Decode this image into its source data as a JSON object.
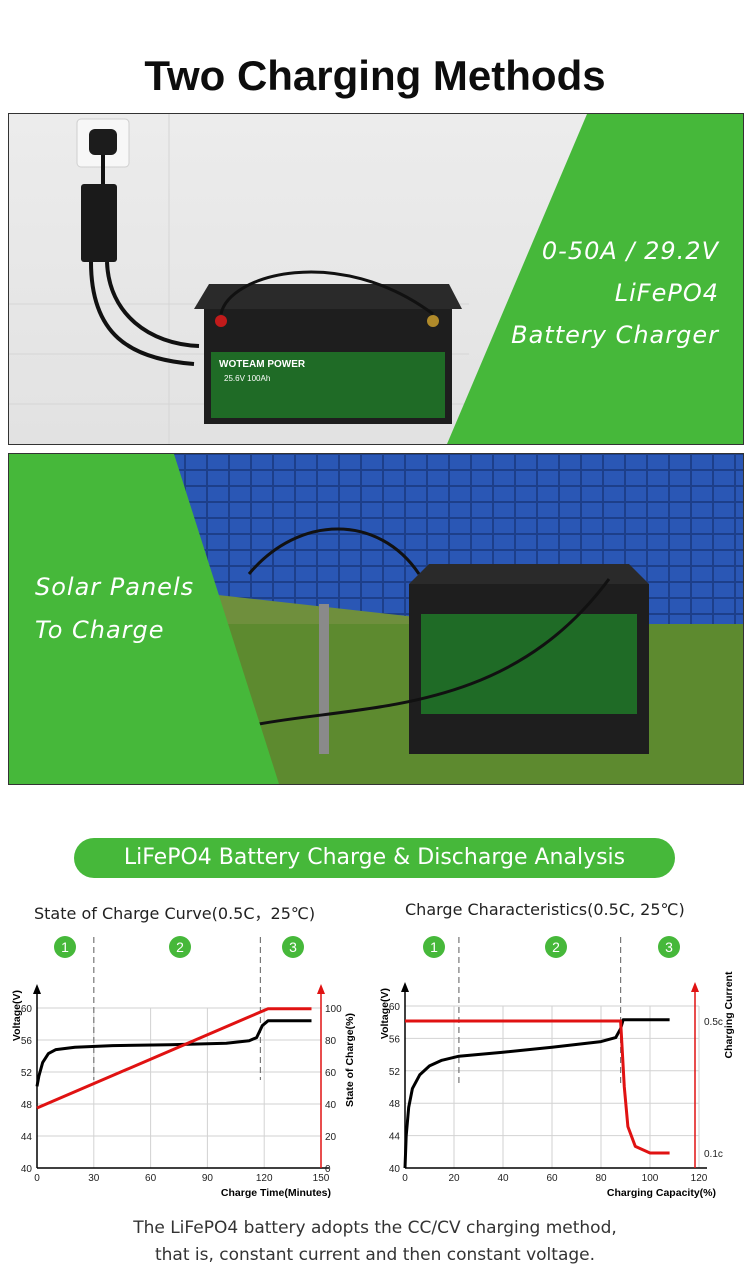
{
  "page_title": "Two Charging Methods",
  "charger_panel": {
    "lines": [
      "0-50A / 29.2V",
      "LiFePO4",
      "Battery Charger"
    ]
  },
  "solar_panel": {
    "lines": [
      "Solar Panels",
      "To Charge"
    ]
  },
  "battery_label": {
    "brand": "WOTEAM POWER",
    "spec": "25.6V  100Ah"
  },
  "analysis_banner": "LiFePO4 Battery Charge & Discharge Analysis",
  "caption": {
    "line1": "The LiFePO4 battery adopts the CC/CV charging method,",
    "line2": "that is, constant current and then constant voltage."
  },
  "colors": {
    "green": "#46b83a",
    "voltage_line": "#000000",
    "charge_line": "#e01212"
  },
  "chart_data": [
    {
      "type": "line",
      "title": "State of Charge Curve(0.5C，25℃)",
      "xlabel": "Charge Time(Minutes)",
      "ylabel": "Voltage(V)",
      "y2label": "State of Charge(%)",
      "xlim": [
        0,
        150
      ],
      "ylim": [
        40,
        60
      ],
      "y2lim": [
        0,
        100
      ],
      "x_ticks": [
        0,
        30,
        60,
        90,
        120,
        150
      ],
      "y_ticks": [
        40,
        44,
        48,
        52,
        56,
        60
      ],
      "y2_ticks": [
        0,
        20,
        40,
        60,
        80,
        100
      ],
      "phase_labels": [
        "1",
        "2",
        "3"
      ],
      "phase_boundaries": [
        30,
        118
      ],
      "series": [
        {
          "axis": "y",
          "points": [
            [
              0,
              50.2
            ],
            [
              1,
              51.5
            ],
            [
              3,
              53.2
            ],
            [
              6,
              54.3
            ],
            [
              10,
              54.8
            ],
            [
              20,
              55.1
            ],
            [
              40,
              55.3
            ],
            [
              70,
              55.4
            ],
            [
              100,
              55.6
            ],
            [
              112,
              55.9
            ],
            [
              116,
              56.3
            ],
            [
              119,
              57.8
            ],
            [
              122,
              58.4
            ],
            [
              145,
              58.4
            ]
          ]
        },
        {
          "axis": "y2",
          "points": [
            [
              0,
              37.5
            ],
            [
              118,
              97.5
            ],
            [
              122,
              99.5
            ],
            [
              145,
              99.5
            ]
          ]
        }
      ]
    },
    {
      "type": "line",
      "title": "Charge Characteristics(0.5C, 25℃)",
      "xlabel": "Charging Capacity(%)",
      "ylabel": "Voltage(V)",
      "y2label": "Charging Current",
      "xlim": [
        0,
        120
      ],
      "ylim": [
        40,
        60
      ],
      "x_ticks": [
        0,
        20,
        40,
        60,
        80,
        100,
        120
      ],
      "y_ticks": [
        40,
        44,
        48,
        52,
        56,
        60
      ],
      "y2_ticks": [
        "0.5c",
        "0.1c"
      ],
      "phase_labels": [
        "1",
        "2",
        "3"
      ],
      "phase_boundaries": [
        22,
        88
      ],
      "series": [
        {
          "axis": "y",
          "points": [
            [
              0,
              40
            ],
            [
              0.5,
              44
            ],
            [
              1.5,
              47.5
            ],
            [
              3,
              49.8
            ],
            [
              6,
              51.5
            ],
            [
              10,
              52.6
            ],
            [
              15,
              53.3
            ],
            [
              22,
              53.8
            ],
            [
              40,
              54.3
            ],
            [
              60,
              54.9
            ],
            [
              80,
              55.6
            ],
            [
              86,
              56.1
            ],
            [
              88,
              57.2
            ],
            [
              89,
              58.3
            ],
            [
              108,
              58.3
            ]
          ]
        },
        {
          "axis": "y2",
          "points": [
            [
              0,
              0.5
            ],
            [
              86,
              0.5
            ],
            [
              88,
              0.5
            ],
            [
              89.5,
              0.3
            ],
            [
              91,
              0.18
            ],
            [
              94,
              0.12
            ],
            [
              100,
              0.1
            ],
            [
              108,
              0.1
            ]
          ]
        }
      ]
    }
  ]
}
